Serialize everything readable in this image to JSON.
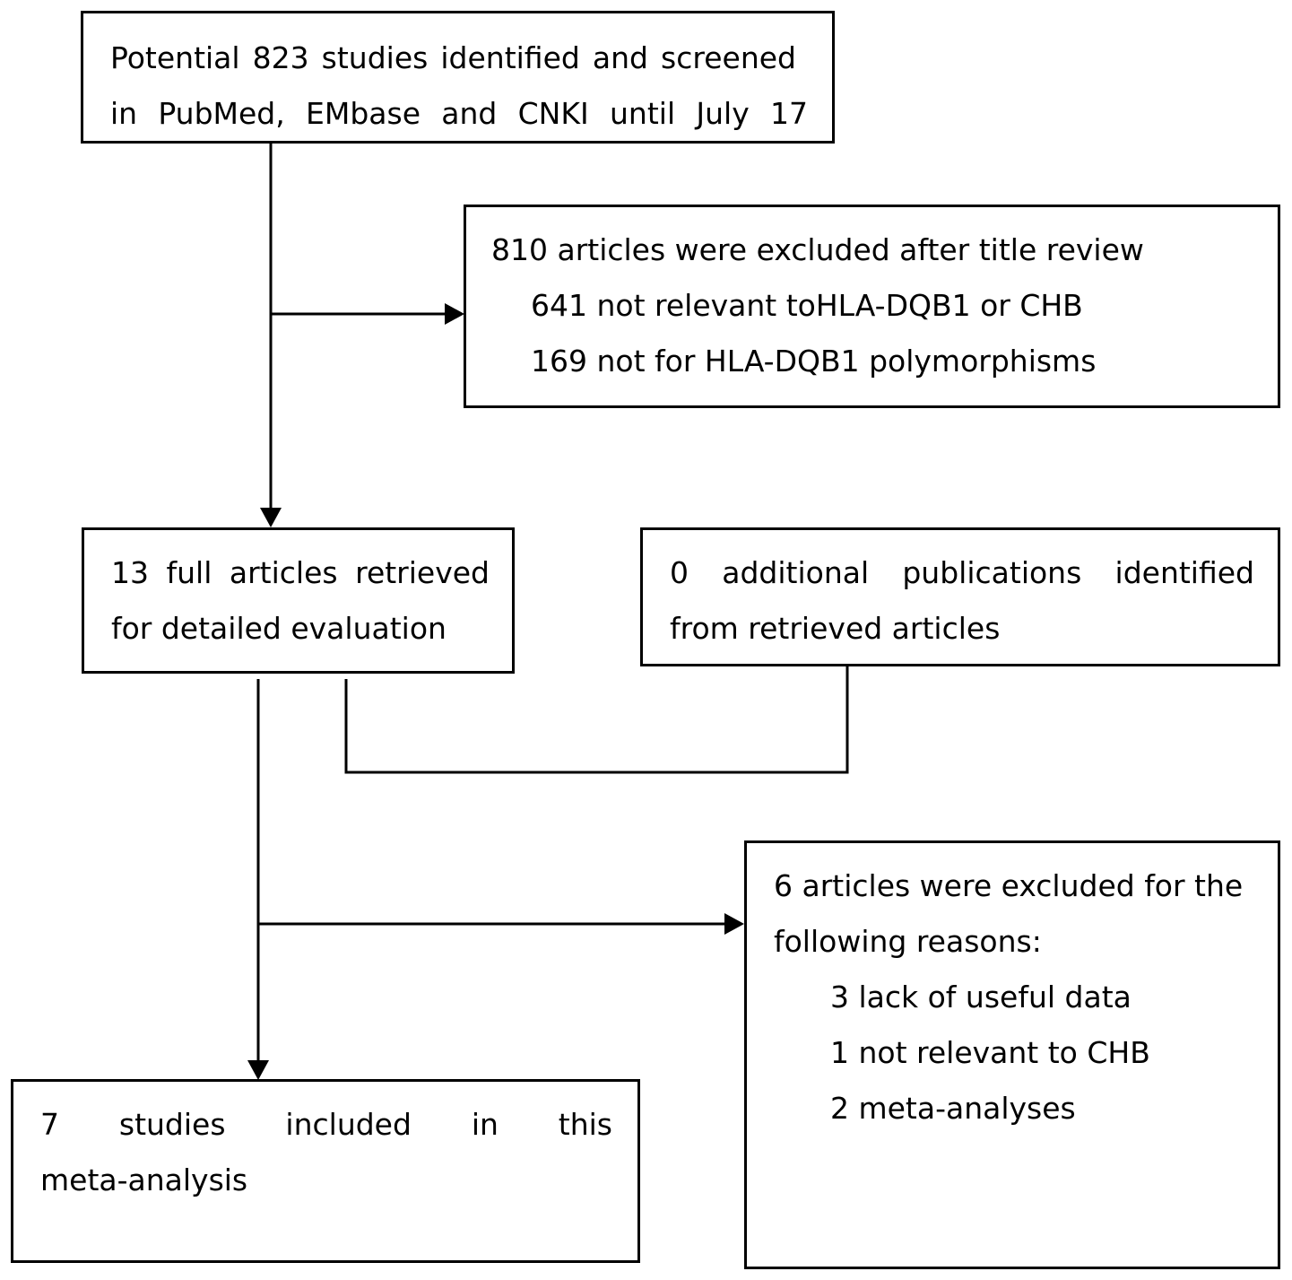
{
  "flowchart": {
    "identified": {
      "line1": "Potential 823 studies identified and screened",
      "line2": "in PubMed, EMbase and CNKI until July 17"
    },
    "excluded_title": {
      "heading": "810 articles were excluded after title review",
      "reason1": "641 not relevant toHLA-DQB1 or CHB",
      "reason2": "169 not for HLA-DQB1 polymorphisms"
    },
    "retrieved": {
      "line1": "13 full articles retrieved",
      "line2": "for detailed evaluation"
    },
    "additional": {
      "line1": "0 additional publications identified",
      "line2": "from retrieved articles"
    },
    "excluded_full": {
      "line1": "6 articles were excluded for the",
      "line2": "following reasons:",
      "reason1": "3 lack of useful data",
      "reason2": "1 not relevant to CHB",
      "reason3": "2 meta-analyses"
    },
    "included": {
      "line1": "7 studies included in this",
      "line2": "meta-analysis"
    }
  }
}
